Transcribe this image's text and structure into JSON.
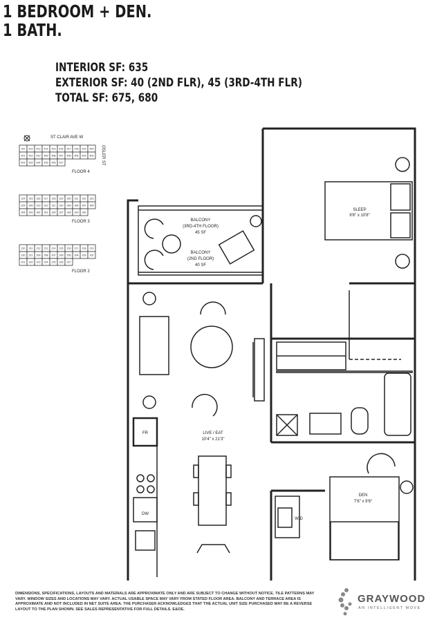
{
  "title": {
    "line1": "1 BEDROOM + DEN.",
    "line2": "1 BATH."
  },
  "specs": {
    "interior": "INTERIOR SF: 635",
    "exterior": "EXTERIOR SF: 40 (2ND FLR), 45 (3RD-4TH FLR)",
    "total": "TOTAL SF: 675, 680"
  },
  "key_plan": {
    "street_top": "ST CLAIR AVE W",
    "street_side": "OSLER ST",
    "floors": [
      {
        "label": "FLOOR 4",
        "units": [
          "411",
          "412",
          "413",
          "414",
          "415",
          "416",
          "417",
          "418",
          "419",
          "420",
          "421",
          "422",
          "410",
          "409",
          "408",
          "407",
          "406",
          "405",
          "403",
          "402",
          "401",
          "423",
          "424",
          "425",
          "426",
          "427"
        ]
      },
      {
        "label": "FLOOR 3",
        "units": [
          "314",
          "315",
          "316",
          "317",
          "318",
          "319",
          "320",
          "321",
          "322",
          "323",
          "324",
          "325",
          "313",
          "312",
          "311",
          "310",
          "309",
          "308",
          "307",
          "306",
          "305",
          "303",
          "302",
          "301",
          "326",
          "327",
          "328",
          "329",
          "330"
        ]
      },
      {
        "label": "FLOOR 2",
        "units": [
          "210",
          "211",
          "212",
          "213",
          "214",
          "215",
          "216",
          "217",
          "218",
          "219",
          "220",
          "221",
          "209",
          "208",
          "207",
          "206",
          "205",
          "204",
          "203",
          "202",
          "201",
          "222",
          "223",
          "224",
          "225",
          "226",
          "227"
        ]
      }
    ]
  },
  "rooms": {
    "balcony_upper": {
      "name": "BALCONY",
      "floor": "(3RD-4TH FLOOR)",
      "area": "45 SF"
    },
    "balcony_lower": {
      "name": "BALCONY",
      "floor": "(2ND FLOOR)",
      "area": "40 SF"
    },
    "sleep": {
      "name": "SLEEP",
      "dims": "9'8\" x 10'8\""
    },
    "live": {
      "name": "LIVE / EAT",
      "dims": "10'4\" x 21'3\""
    },
    "den": {
      "name": "DEN",
      "dims": "7'6\" x 9'6\""
    },
    "fridge": "FR",
    "dishwasher": "DW",
    "washer_dryer": "W/D"
  },
  "disclaimer": "Dimensions, specifications, layouts and materials are approximate only and are subject to change without notice. Tile patterns may vary. Window sizes and locations may vary. Actual usable space may vary from stated floor area. Balcony and terrace area is approximate and not included in net suite area. The purchaser acknowledges that the actual unit size purchased may be a reverse layout to the plan shown. See sales representative for full details. E&OE.",
  "brand": {
    "name": "GRAYWOOD",
    "tagline": "AN INTELLIGENT MOVE"
  }
}
